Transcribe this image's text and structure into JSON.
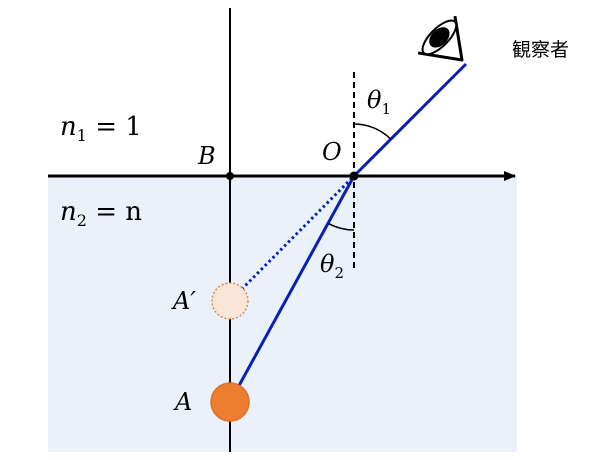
{
  "labels": {
    "n1": "n",
    "n1_sub": "1",
    "n1_eq": " = 1",
    "n2": "n",
    "n2_sub": "2",
    "n2_eq": " = n",
    "point_b": "B",
    "point_o": "O",
    "point_a": "A",
    "point_a_prime": "A′",
    "theta": "θ",
    "theta1_sub": "1",
    "theta2_sub": "2",
    "observer": "観察者"
  },
  "colors": {
    "water": "#eaf1fa",
    "ray": "#0a1fb5",
    "object": "#ed7d31",
    "object_stroke": "#d9722b",
    "image": "#fbe5d6",
    "image_stroke": "#d98b4e",
    "axis": "#000000"
  },
  "icons": {
    "observer": "eye-icon"
  }
}
